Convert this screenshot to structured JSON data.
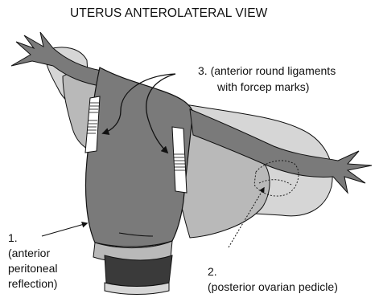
{
  "title": "UTERUS ANTEROLATERAL VIEW",
  "labels": {
    "round_ligaments": {
      "line1": "3. (anterior round ligaments",
      "line2": "with forcep marks)"
    },
    "peritoneal_reflection": {
      "line1": "1.",
      "line2": "(anterior",
      "line3": "peritoneal",
      "line4": "reflection)"
    },
    "ovarian_pedicle": {
      "line1": "2.",
      "line2": "(posterior ovarian pedicle)"
    }
  },
  "colors": {
    "uterus_body": "#7a7a7a",
    "adnexa_light": "#b9b9b9",
    "background_tissue": "#d6d6d6",
    "cervix": "#3a3a3a",
    "outline": "#111111"
  }
}
